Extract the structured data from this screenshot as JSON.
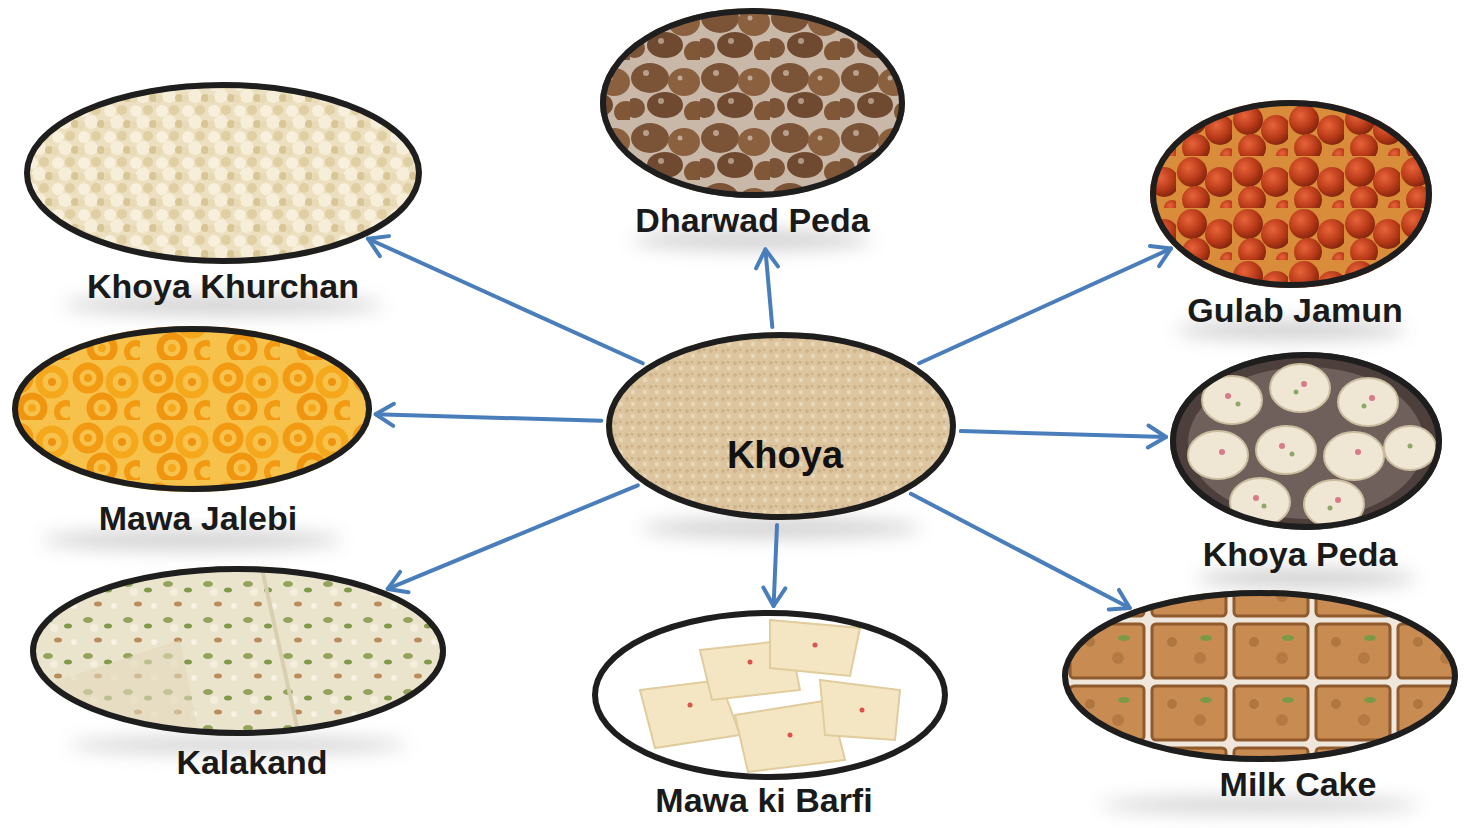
{
  "diagram": {
    "nodes": [
      {
        "text": [
          "Dharwad Peda"
        ]
      },
      {
        "text": [
          "Khoya Khurchan"
        ]
      },
      {
        "text": [
          "Gulab Jamun"
        ]
      },
      {
        "text": [
          "Mawa Jalebi"
        ]
      },
      {
        "text": [
          "Khoya"
        ]
      },
      {
        "text": [
          "Khoya Peda"
        ]
      },
      {
        "text": [
          "Kalakand"
        ]
      },
      {
        "text": [
          "Mawa ki Barfi"
        ]
      },
      {
        "text": [
          "Milk Cake"
        ]
      }
    ],
    "edges": [
      {
        "from": 4,
        "to": 0,
        "arrow": "to"
      },
      {
        "from": 4,
        "to": 1,
        "arrow": "to"
      },
      {
        "from": 4,
        "to": 2,
        "arrow": "to"
      },
      {
        "from": 4,
        "to": 3,
        "arrow": "to"
      },
      {
        "from": 4,
        "to": 5,
        "arrow": "to"
      },
      {
        "from": 4,
        "to": 6,
        "arrow": "to"
      },
      {
        "from": 4,
        "to": 7,
        "arrow": "to"
      },
      {
        "from": 4,
        "to": 8,
        "arrow": "to"
      }
    ]
  }
}
